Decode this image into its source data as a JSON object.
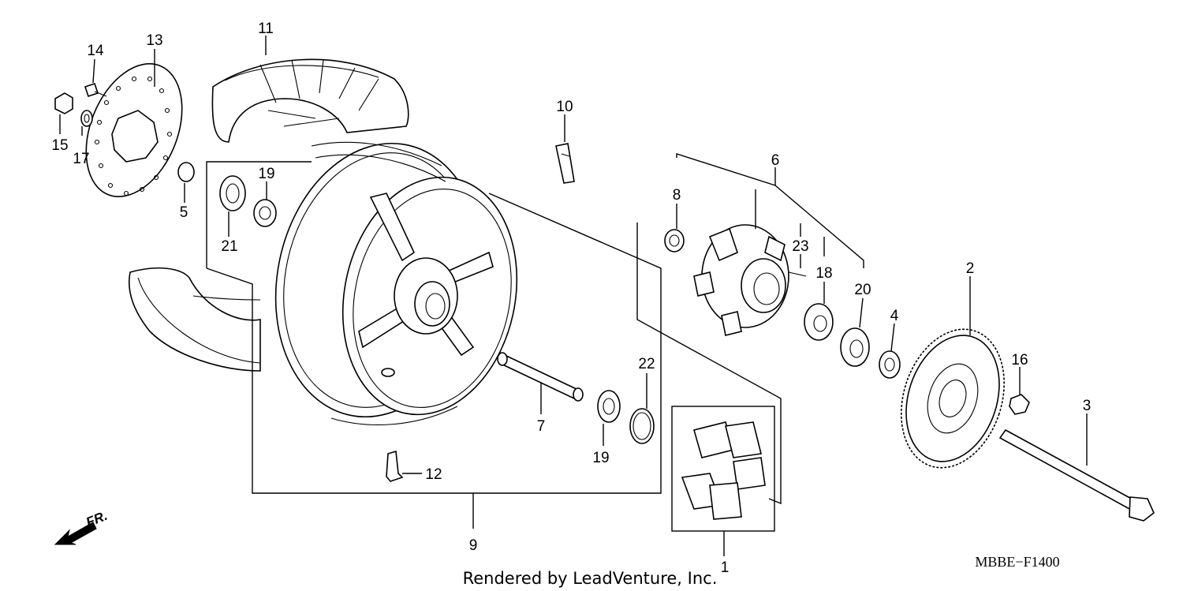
{
  "callouts": [
    {
      "n": "1"
    },
    {
      "n": "2"
    },
    {
      "n": "3"
    },
    {
      "n": "4"
    },
    {
      "n": "5"
    },
    {
      "n": "6"
    },
    {
      "n": "7"
    },
    {
      "n": "8"
    },
    {
      "n": "9"
    },
    {
      "n": "10"
    },
    {
      "n": "11"
    },
    {
      "n": "12"
    },
    {
      "n": "13"
    },
    {
      "n": "14"
    },
    {
      "n": "15"
    },
    {
      "n": "16"
    },
    {
      "n": "17"
    },
    {
      "n": "18"
    },
    {
      "n": "19"
    },
    {
      "n": "19"
    },
    {
      "n": "20"
    },
    {
      "n": "21"
    },
    {
      "n": "22"
    },
    {
      "n": "23"
    }
  ],
  "diagram_code": "MBBE−F1400",
  "credit": "Rendered by LeadVenture, Inc.",
  "direction_label": "FR."
}
